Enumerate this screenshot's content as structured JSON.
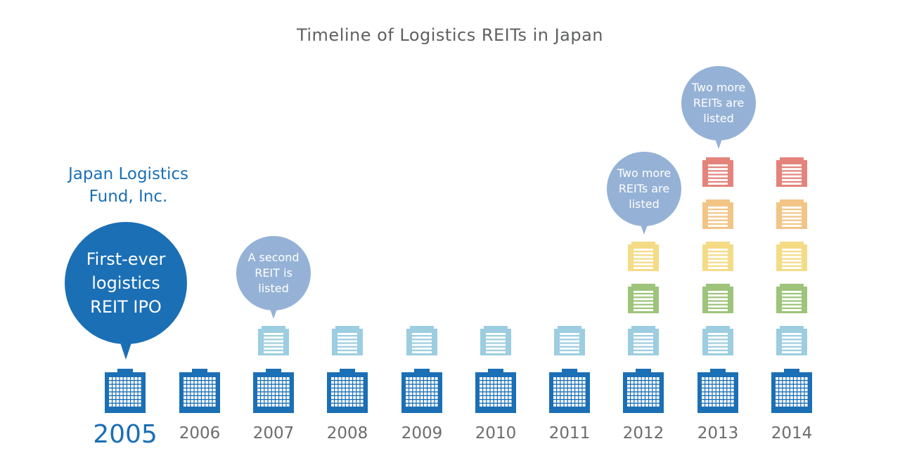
{
  "title": "Timeline of Logistics REITs in Japan",
  "company_label": "Japan Logistics\nFund, Inc.",
  "first_bubble": "First-ever\nlogistics\nREIT IPO",
  "bubbles": [
    {
      "year": "2007",
      "text": "A second\nREIT is\nlisted"
    },
    {
      "year": "2012",
      "text": "Two more\nREITs are\nlisted"
    },
    {
      "year": "2013",
      "text": "Two more\nREITs are\nlisted"
    }
  ],
  "years": [
    "2005",
    "2006",
    "2007",
    "2008",
    "2009",
    "2010",
    "2011",
    "2012",
    "2013",
    "2014"
  ],
  "reit_counts": [
    1,
    1,
    2,
    2,
    2,
    2,
    2,
    4,
    6,
    6
  ],
  "colors": {
    "primary_building": "#1b6fb5",
    "title_text": "#5f6062",
    "year_text": "#6b6c6e",
    "bubble_small": "#95b2d6",
    "stack_levels": [
      "#9ccde0",
      "#9dc47a",
      "#f4db86",
      "#f2c486",
      "#e3837a"
    ]
  }
}
